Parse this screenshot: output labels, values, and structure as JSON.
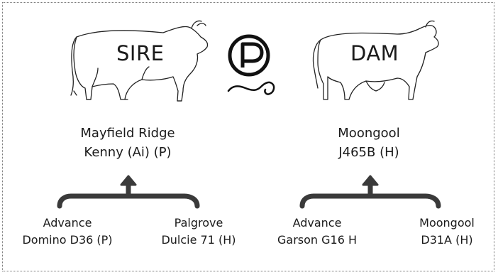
{
  "sire": {
    "label": "SIRE",
    "name_line1": "Mayfield Ridge",
    "name_line2": "Kenny (Ai) (P)",
    "parents": [
      {
        "line1": "Advance",
        "line2": "Domino D36 (P)"
      },
      {
        "line1": "Palgrove",
        "line2": "Dulcie 71 (H)"
      }
    ]
  },
  "dam": {
    "label": "DAM",
    "name_line1": "Moongool",
    "name_line2": "J465B (H)",
    "parents": [
      {
        "line1": "Advance",
        "line2": "Garson G16 H"
      },
      {
        "line1": "Moongool",
        "line2": "D31A (H)"
      }
    ]
  },
  "logo_letter": "P",
  "colors": {
    "line": "#222222",
    "bracket": "#3a3a3a",
    "frame": "#777777"
  },
  "icons": [
    "bull-icon",
    "cow-icon",
    "polled-logo-icon",
    "bracket-arrow-icon"
  ]
}
